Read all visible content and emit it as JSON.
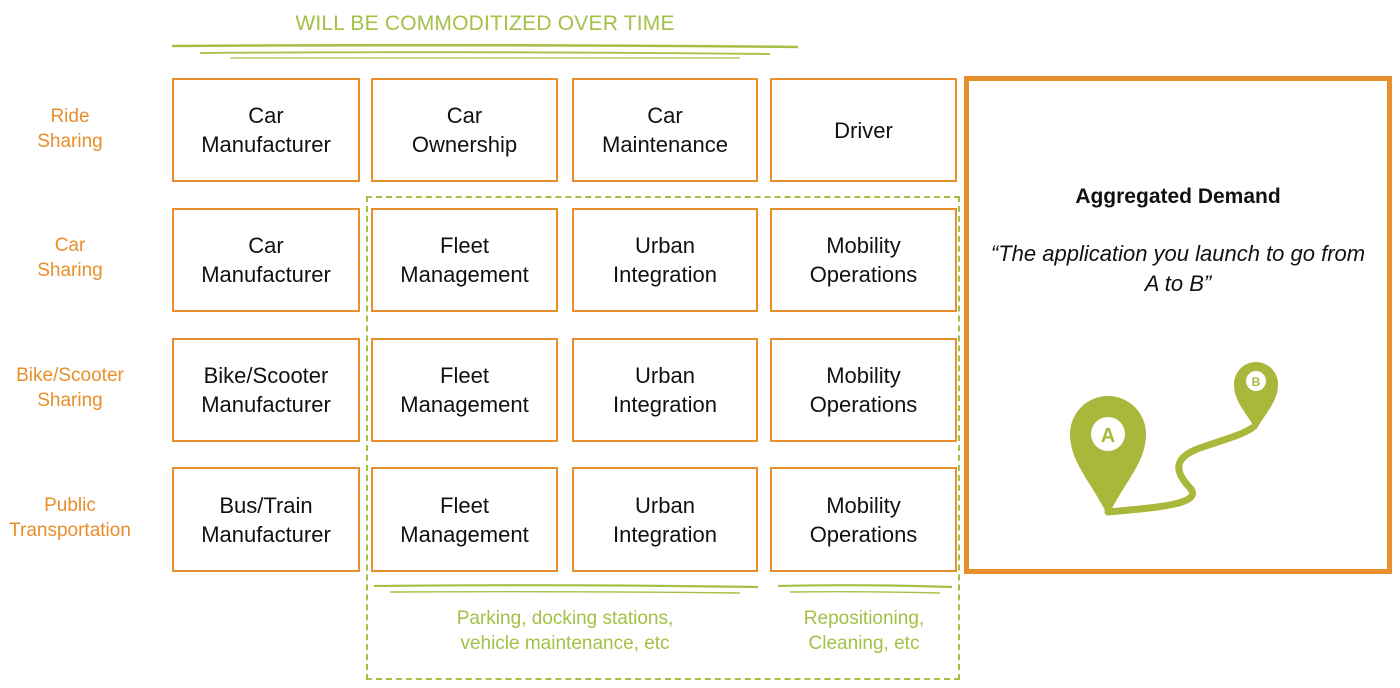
{
  "header": {
    "title": "WILL BE COMMODITIZED OVER TIME"
  },
  "rows": [
    {
      "label": "Ride\nSharing",
      "cells": [
        "Car\nManufacturer",
        "Car\nOwnership",
        "Car\nMaintenance",
        "Driver"
      ]
    },
    {
      "label": "Car\nSharing",
      "cells": [
        "Car\nManufacturer",
        "Fleet\nManagement",
        "Urban\nIntegration",
        "Mobility\nOperations"
      ]
    },
    {
      "label": "Bike/Scooter\nSharing",
      "cells": [
        "Bike/Scooter\nManufacturer",
        "Fleet\nManagement",
        "Urban\nIntegration",
        "Mobility\nOperations"
      ]
    },
    {
      "label": "Public\nTransportation",
      "cells": [
        "Bus/Train\nManufacturer",
        "Fleet\nManagement",
        "Urban\nIntegration",
        "Mobility\nOperations"
      ]
    }
  ],
  "notes": {
    "infrastructure": "Parking, docking stations,\nvehicle maintenance, etc",
    "operations": "Repositioning,\nCleaning, etc"
  },
  "demand": {
    "title": "Aggregated Demand",
    "quote": "“The application you launch to go from A to B”",
    "pin_a": "A",
    "pin_b": "B"
  },
  "colors": {
    "orange": "#e88e2a",
    "green": "#a4c045",
    "pin": "#a9b83a"
  }
}
